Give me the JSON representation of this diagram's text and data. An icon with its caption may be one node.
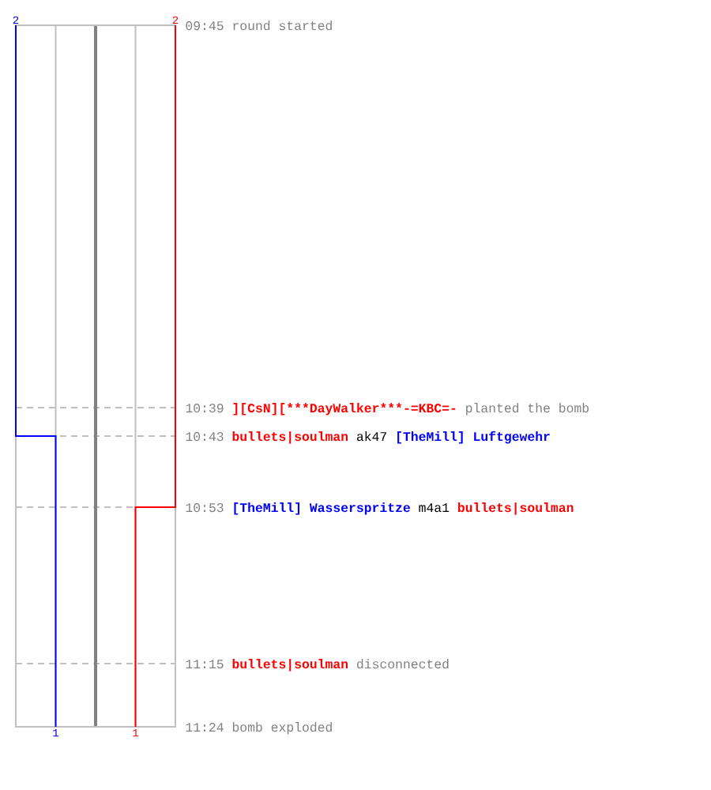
{
  "diagram": {
    "labels": [
      "2",
      "2",
      "09:45",
      "round started",
      "10:39",
      "][CsN][***DayWalker",
      "***-=KBC=-",
      "planted the bomb",
      "10:43",
      "bullets|soulman",
      "ak47",
      "[TheMill] Luftgewehr",
      "10:53",
      "[TheMill] Wasserspritze",
      "m4a1",
      "bullets|soulman",
      "11:15",
      "bullets|soulman",
      "disconnected",
      "11:24",
      "bomb exploded",
      "1",
      "1"
    ]
  }
}
